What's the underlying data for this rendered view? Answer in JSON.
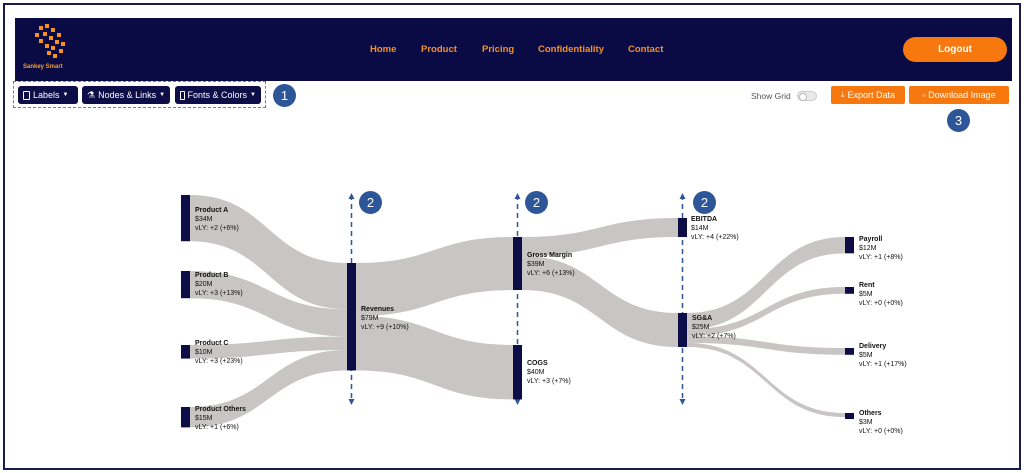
{
  "brand": {
    "name": "Sankey Smart"
  },
  "nav": {
    "links": [
      "Home",
      "Product",
      "Pricing",
      "Confidentiality",
      "Contact"
    ],
    "logout_label": "Logout"
  },
  "toolbar": {
    "labels_label": "Labels",
    "nodes_links_label": "Nodes & Links",
    "fonts_colors_label": "Fonts & Colors"
  },
  "controls": {
    "show_grid_label": "Show Grid",
    "show_grid_on": false,
    "export_label": "Export Data",
    "download_label": "Download Image"
  },
  "markers": [
    "1",
    "2",
    "2",
    "2",
    "3"
  ],
  "colors": {
    "navbar": "#0a0a45",
    "accent": "#f7780f",
    "node": "#0d0d48",
    "link": "#c8c5c4",
    "marker": "#2c5698"
  },
  "chart_data": {
    "type": "sankey",
    "nodes": [
      {
        "id": "product_a",
        "name": "Product A",
        "value_label": "$34M",
        "vly_label": "vLY: +2 (+6%)",
        "value": 34,
        "column": 0
      },
      {
        "id": "product_b",
        "name": "Product B",
        "value_label": "$20M",
        "vly_label": "vLY: +3 (+13%)",
        "value": 20,
        "column": 0
      },
      {
        "id": "product_c",
        "name": "Product C",
        "value_label": "$10M",
        "vly_label": "vLY: +3 (+23%)",
        "value": 10,
        "column": 0
      },
      {
        "id": "product_others",
        "name": "Product Others",
        "value_label": "$15M",
        "vly_label": "vLY: +1 (+6%)",
        "value": 15,
        "column": 0
      },
      {
        "id": "revenues",
        "name": "Revenues",
        "value_label": "$79M",
        "vly_label": "vLY: +9 (+10%)",
        "value": 79,
        "column": 1
      },
      {
        "id": "gross_margin",
        "name": "Gross Margin",
        "value_label": "$39M",
        "vly_label": "vLY: +6 (+13%)",
        "value": 39,
        "column": 2
      },
      {
        "id": "cogs",
        "name": "COGS",
        "value_label": "$40M",
        "vly_label": "vLY: +3 (+7%)",
        "value": 40,
        "column": 2
      },
      {
        "id": "ebitda",
        "name": "EBITDA",
        "value_label": "$14M",
        "vly_label": "vLY: +4 (+22%)",
        "value": 14,
        "column": 3
      },
      {
        "id": "sga",
        "name": "SG&A",
        "value_label": "$25M",
        "vly_label": "vLY: +2 (+7%)",
        "value": 25,
        "column": 3
      },
      {
        "id": "payroll",
        "name": "Payroll",
        "value_label": "$12M",
        "vly_label": "vLY: +1 (+8%)",
        "value": 12,
        "column": 4
      },
      {
        "id": "rent",
        "name": "Rent",
        "value_label": "$5M",
        "vly_label": "vLY: +0 (+0%)",
        "value": 5,
        "column": 4
      },
      {
        "id": "delivery",
        "name": "Delivery",
        "value_label": "$5M",
        "vly_label": "vLY: +1 (+17%)",
        "value": 5,
        "column": 4
      },
      {
        "id": "others",
        "name": "Others",
        "value_label": "$3M",
        "vly_label": "vLY: +0 (+0%)",
        "value": 3,
        "column": 4
      }
    ],
    "links": [
      {
        "source": "product_a",
        "target": "revenues",
        "value": 34
      },
      {
        "source": "product_b",
        "target": "revenues",
        "value": 20
      },
      {
        "source": "product_c",
        "target": "revenues",
        "value": 10
      },
      {
        "source": "product_others",
        "target": "revenues",
        "value": 15
      },
      {
        "source": "revenues",
        "target": "gross_margin",
        "value": 39
      },
      {
        "source": "revenues",
        "target": "cogs",
        "value": 40
      },
      {
        "source": "gross_margin",
        "target": "ebitda",
        "value": 14
      },
      {
        "source": "gross_margin",
        "target": "sga",
        "value": 25
      },
      {
        "source": "sga",
        "target": "payroll",
        "value": 12
      },
      {
        "source": "sga",
        "target": "rent",
        "value": 5
      },
      {
        "source": "sga",
        "target": "delivery",
        "value": 5
      },
      {
        "source": "sga",
        "target": "others",
        "value": 3
      }
    ]
  }
}
